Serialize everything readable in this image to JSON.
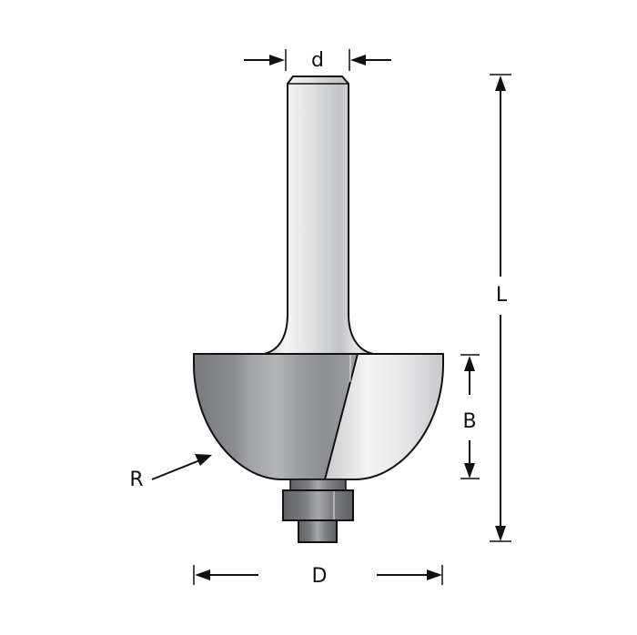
{
  "diagram": {
    "subject": "cove router bit with ball bearing guide",
    "labels": {
      "shank_diameter": "d",
      "overall_length": "L",
      "cutting_height": "B",
      "radius": "R",
      "cutting_diameter": "D"
    },
    "colors": {
      "background": "#ffffff",
      "outline": "#111111",
      "shank_light": "#f2f2f2",
      "shank_mid": "#c8c9cb",
      "body_dark": "#7d7f82",
      "body_mid": "#a4a6a9",
      "body_light": "#e4e5e6",
      "bearing": "#6a6b6e",
      "dimension_line": "#111111"
    }
  }
}
